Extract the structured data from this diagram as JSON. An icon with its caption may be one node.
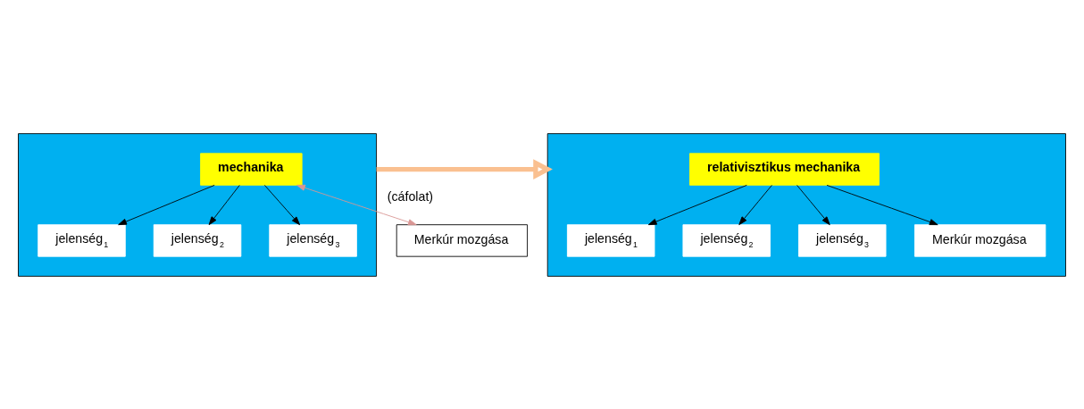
{
  "diagram": {
    "nodes": [
      {
        "text": [],
        "shape": "box"
      },
      {
        "text": [
          "mechanika"
        ],
        "in": 0
      },
      {
        "text": [
          "jelenség$_{1}$"
        ],
        "in": 0
      },
      {
        "text": [
          "jelenség$_{2}$"
        ],
        "in": 0
      },
      {
        "text": [
          "jelenség$_{3}$"
        ],
        "in": 0
      },
      {
        "text": [
          "Merkúr mozgása"
        ]
      },
      {
        "text": [],
        "shape": "box"
      },
      {
        "text": [
          "relativisztikus mechanika"
        ],
        "in": 6
      },
      {
        "text": [
          "jelenség$_{1}$"
        ],
        "in": 6
      },
      {
        "text": [
          "jelenség$_{2}$"
        ],
        "in": 6
      },
      {
        "text": [
          "jelenség$_{3}$"
        ],
        "in": 6
      },
      {
        "text": [
          "Merkúr mozgása"
        ],
        "in": 6
      }
    ],
    "edges": [
      {
        "from": 1,
        "to": 2,
        "arrow": "to"
      },
      {
        "from": 1,
        "to": 4,
        "arrow": "to"
      },
      {
        "from": 1,
        "to": 3,
        "arrow": "to"
      },
      {
        "from": 1,
        "to": 5,
        "arrow": "both",
        "label": "(cáfolat)",
        "color": "#d99694"
      },
      {
        "from": 0,
        "to": 6,
        "arrow": "to",
        "style": "thick",
        "color": "#fac090"
      },
      {
        "from": 7,
        "to": 8,
        "arrow": "to"
      },
      {
        "from": 7,
        "to": 10,
        "arrow": "to"
      },
      {
        "from": 7,
        "to": 9,
        "arrow": "to"
      },
      {
        "from": 7,
        "to": 11,
        "arrow": "to"
      }
    ]
  }
}
